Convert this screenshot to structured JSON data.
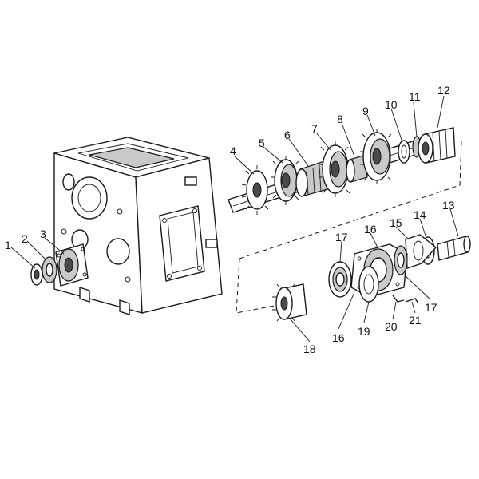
{
  "diagram": {
    "callouts": [
      "1",
      "2",
      "3",
      "4",
      "5",
      "6",
      "7",
      "8",
      "9",
      "10",
      "11",
      "12",
      "13",
      "14",
      "15",
      "16",
      "16",
      "17",
      "17",
      "18",
      "19",
      "20",
      "21"
    ]
  },
  "colors": {
    "line": "#1a1a1a",
    "shade": "#c9c9c9",
    "background": "#ffffff"
  }
}
